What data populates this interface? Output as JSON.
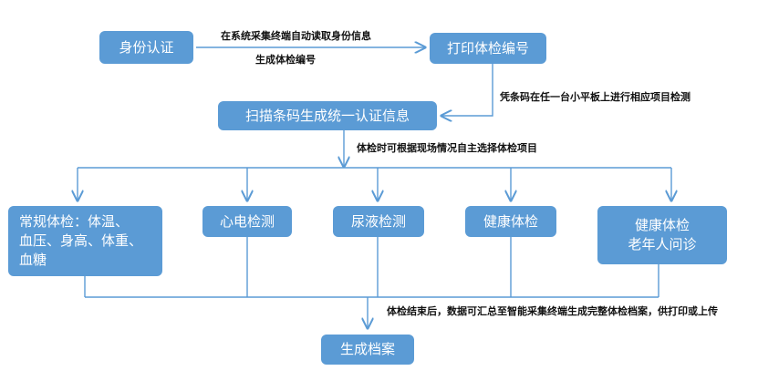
{
  "colors": {
    "box_fill": "#5b9bd5",
    "line": "#5b9bd5",
    "note_text": "#111111"
  },
  "nodes": {
    "identity_auth": "身份认证",
    "print_exam_number": "打印体检编号",
    "scan_barcode": "扫描条码生成统一认证信息",
    "routine_exam": "常规体检：体温、\n血压、身高、体重、\n血糖",
    "ecg_test": "心电检测",
    "urine_test": "尿液检测",
    "health_exam": "健康体检",
    "elderly_consult": "健康体检\n老年人问诊",
    "generate_record": "生成档案"
  },
  "notes": {
    "auto_read_id": "在系统采集终端自动读取身份信息",
    "generate_number": "生成体检编号",
    "tablet_exam": "凭条码在任一台小平板上进行相应项目检测",
    "select_items": "体检时可根据现场情况自主选择体检项目",
    "summary_upload": "体检结束后，数据可汇总至智能采集终端生成完整体检档案，供打印或上传"
  }
}
